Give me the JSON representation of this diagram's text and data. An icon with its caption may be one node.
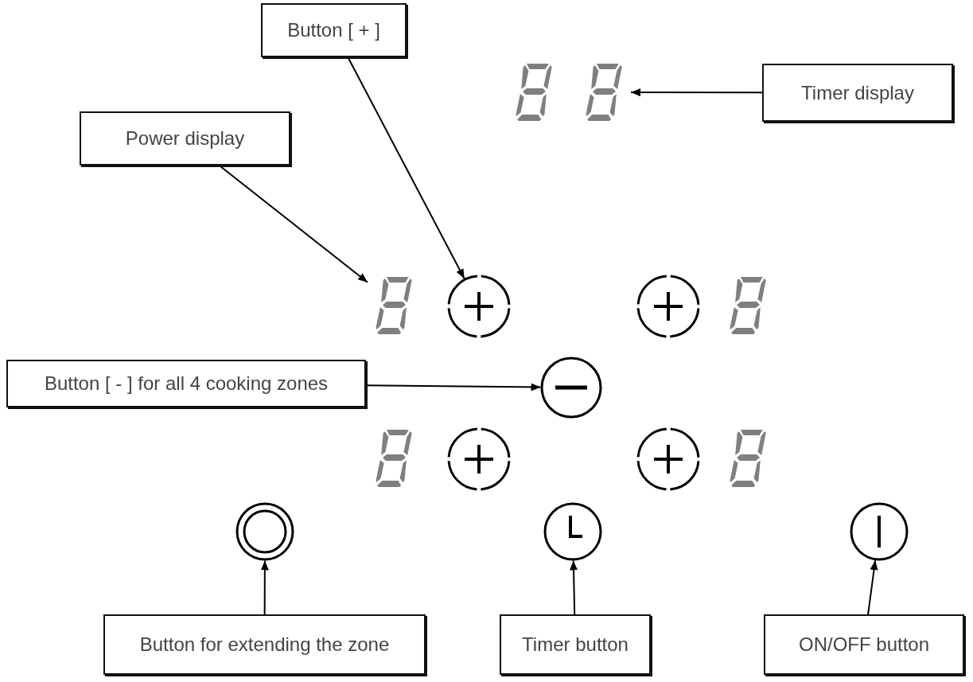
{
  "diagram": {
    "nodes": [
      {
        "text": [
          "Button [ + ]"
        ]
      },
      {
        "text": [],
        "shape": "display"
      },
      {
        "text": [
          "Timer display"
        ]
      },
      {
        "text": [
          "Power display"
        ]
      },
      {
        "text": [],
        "shape": "display"
      },
      {
        "text": [],
        "shape": "circle"
      },
      {
        "text": [],
        "shape": "circle"
      },
      {
        "text": [],
        "shape": "display"
      },
      {
        "text": [
          "Button [ - ] for all 4 cooking zones"
        ]
      },
      {
        "text": [],
        "shape": "circle"
      },
      {
        "text": [],
        "shape": "display"
      },
      {
        "text": [],
        "shape": "circle"
      },
      {
        "text": [],
        "shape": "circle"
      },
      {
        "text": [],
        "shape": "display"
      },
      {
        "text": [],
        "shape": "circle"
      },
      {
        "text": [],
        "shape": "circle"
      },
      {
        "text": [],
        "shape": "circle"
      },
      {
        "text": [
          "Button for extending the zone"
        ]
      },
      {
        "text": [
          "Timer button"
        ]
      },
      {
        "text": [
          "ON/OFF button"
        ]
      }
    ],
    "edges": [
      {
        "from": 0,
        "to": 5,
        "arrow": "to"
      },
      {
        "from": 2,
        "to": 1,
        "arrow": "to"
      },
      {
        "from": 3,
        "to": 4,
        "arrow": "to"
      },
      {
        "from": 8,
        "to": 9,
        "arrow": "to"
      },
      {
        "from": 17,
        "to": 14,
        "arrow": "to"
      },
      {
        "from": 18,
        "to": 15,
        "arrow": "to"
      },
      {
        "from": 19,
        "to": 16,
        "arrow": "to"
      }
    ]
  }
}
